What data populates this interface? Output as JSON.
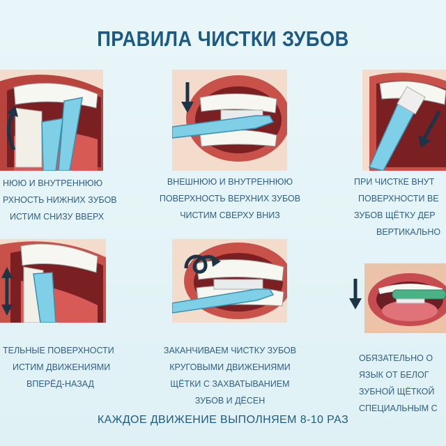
{
  "title": "ПРАВИЛА ЧИСТКИ ЗУБОВ",
  "captions": [
    {
      "lines": [
        "НЮЮ И ВНУТРЕННЮЮ",
        "РХНОСТЬ НИЖНИХ ЗУБОВ",
        "ИСТИМ СНИЗУ ВВЕРХ"
      ]
    },
    {
      "lines": [
        "ВНЕШНЮЮ И ВНУТРЕННЮЮ",
        "ПОВЕРХНОСТЬ ВЕРХНИХ ЗУБОВ",
        "ЧИСТИМ СВЕРХУ ВНИЗ"
      ]
    },
    {
      "lines": [
        "ПРИ ЧИСТКЕ ВНУТ",
        "ПОВЕРХНОСТИ ВЕ",
        "ЗУБОВ ЩЁТКУ ДЕР",
        "ВЕРТИКАЛЬНО"
      ]
    },
    {
      "lines": [
        "ТЕЛЬНЫЕ ПОВЕРХНОСТИ",
        "ИСТИМ ДВИЖЕНИЯМИ",
        "ВПЕРЁД-НАЗАД"
      ]
    },
    {
      "lines": [
        "ЗАКАНЧИВАЕМ ЧИСТКУ ЗУБОВ",
        "КРУГОВЫМИ ДВИЖЕНИЯМИ",
        "ЩЁТКИ С ЗАХВАТЫВАНИЕМ",
        "ЗУБОВ И ДЁСЕН"
      ]
    },
    {
      "lines": [
        "ОБЯЗАТЕЛЬНО О",
        "ЯЗЫК ОТ БЕЛОГ",
        "ЗУБНОЙ ЩЁТКОЙ",
        "СПЕЦИАЛЬНЫМ С"
      ]
    }
  ],
  "footer": "КАЖДОЕ ДВИЖЕНИЕ ВЫПОЛНЯЕМ 8-10 РАЗ",
  "colors": {
    "title": "#1c5a86",
    "text": "#2f5f86",
    "brush": "#7fcfe6",
    "lips": "#c8524a",
    "arrow": "#1d3446"
  }
}
